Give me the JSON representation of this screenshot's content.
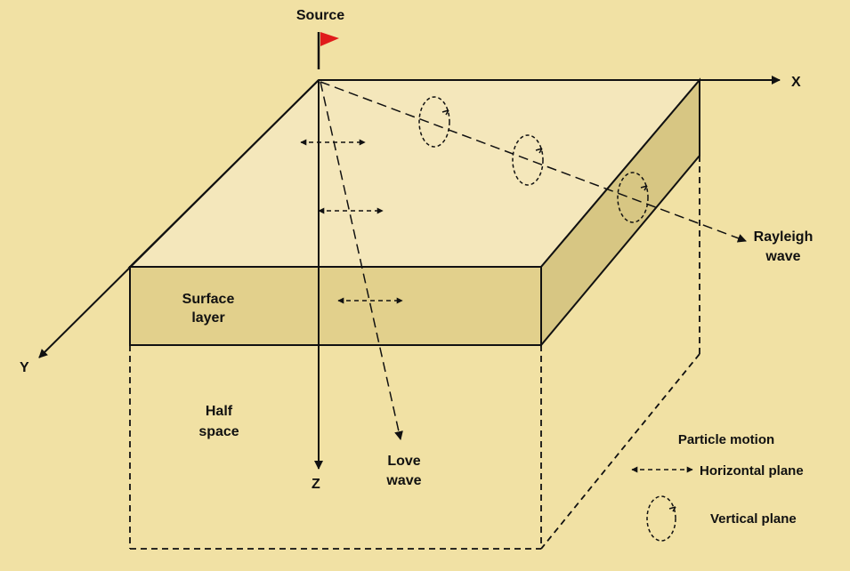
{
  "diagram": {
    "source_label": "Source",
    "axes": {
      "x": "X",
      "y": "Y",
      "z": "Z"
    },
    "surface_layer": [
      "Surface",
      "layer"
    ],
    "half_space": [
      "Half",
      "space"
    ],
    "love_wave": [
      "Love",
      "wave"
    ],
    "rayleigh_wave": [
      "Rayleigh",
      "wave"
    ],
    "legend": {
      "title": "Particle motion",
      "horizontal": "Horizontal plane",
      "vertical": "Vertical plane"
    },
    "colors": {
      "background": "#f1e1a4",
      "top_face": "#f4e7bb",
      "front_face": "#e2d08c",
      "side_face": "#d7c683",
      "flag": "#e01b1b"
    }
  }
}
